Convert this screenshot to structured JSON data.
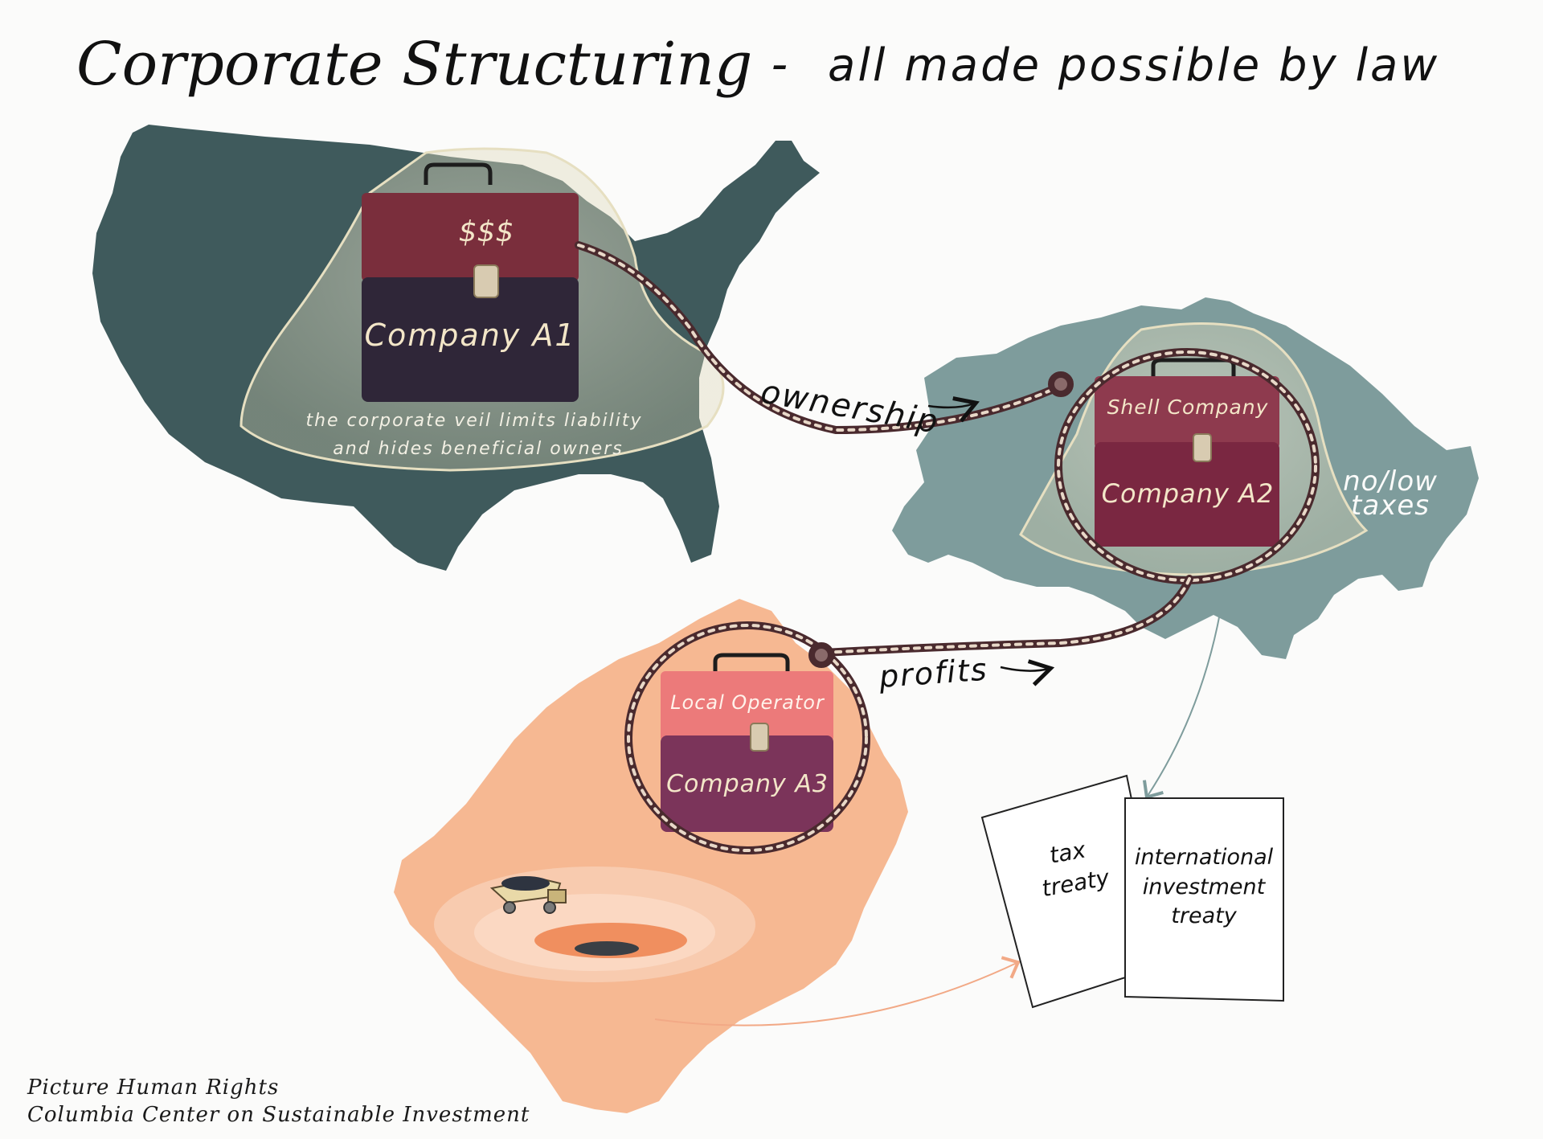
{
  "title": {
    "main": "Corporate Structuring",
    "dash": "-",
    "sub": "all made possible by law"
  },
  "companies": {
    "a1": {
      "top_label": "$$$",
      "name": "Company A1",
      "color_top": "#7a2e3c",
      "color_bottom": "#2f2638"
    },
    "a2": {
      "top_label": "Shell Company",
      "name": "Company A2",
      "color_top": "#8e3a4e",
      "color_bottom": "#7a2741"
    },
    "a3": {
      "top_label": "Local Operator",
      "name": "Company A3",
      "color_top": "#ec7a7a",
      "color_bottom": "#7b345a"
    }
  },
  "veil_caption": {
    "line1": "the corporate veil limits liability",
    "line2": "and hides beneficial owners"
  },
  "links": {
    "ownership": "ownership",
    "profits": "profits"
  },
  "tax_note": {
    "line1": "no/low",
    "line2": "taxes"
  },
  "documents": {
    "tax_treaty": {
      "line1": "tax",
      "line2": "treaty"
    },
    "investment_treaty": {
      "line1": "international",
      "line2": "investment",
      "line3": "treaty"
    }
  },
  "credits": {
    "line1": "Picture Human Rights",
    "line2": "Columbia Center on Sustainable Investment"
  },
  "colors": {
    "usa_map": "#3f5a5c",
    "swiss_map": "#7e9c9c",
    "local_map": "#f6b892",
    "rope_dark": "#4a2a2e",
    "rope_light": "#e8d8c8"
  },
  "icons": [
    "briefcase-icon",
    "rope-icon",
    "arrow-icon",
    "mining-truck-icon",
    "document-icon"
  ]
}
